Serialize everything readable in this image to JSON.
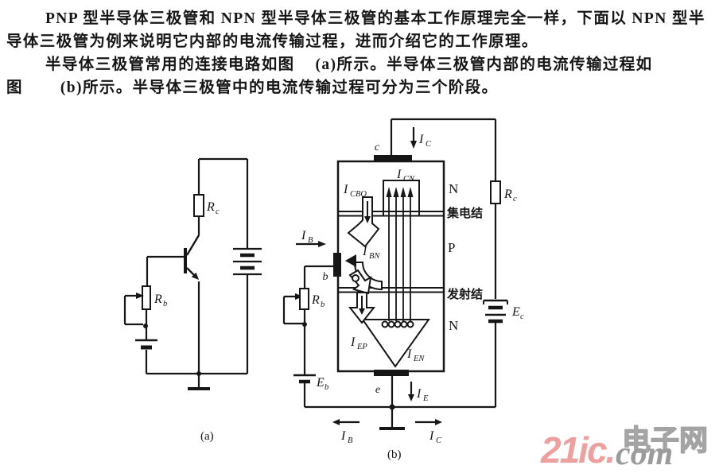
{
  "text": {
    "line1": "PNP 型半导体三极管和 NPN 型半导体三极管的基本工作原理完全一样，下面以 NPN 型半",
    "line2": "导体三极管为例来说明它内部的电流传输过程，进而介绍它的工作原理。",
    "line3_pre": "半导体三极管常用的连接电路如图",
    "line3_post": "(a)所示。半导体三极管内部的电流传输过程如",
    "line4_pre": "图",
    "line4_post": "(b)所示。半导体三极管中的电流传输过程可分为三个阶段。"
  },
  "figure_a": {
    "caption": "(a)",
    "labels": {
      "rc": {
        "b": "R",
        "s": "c"
      },
      "rb": {
        "b": "R",
        "s": "b"
      }
    }
  },
  "figure_b": {
    "caption": "(b)",
    "terminals": {
      "collector": "c",
      "base": "b",
      "emitter": "e"
    },
    "regions": {
      "top": "N",
      "middle": "P",
      "bottom": "N"
    },
    "junctions": {
      "collector": "集电结",
      "emitter": "发射结"
    },
    "labels": {
      "ic": {
        "b": "I",
        "s": "C"
      },
      "ib": {
        "b": "I",
        "s": "B"
      },
      "ie": {
        "b": "I",
        "s": "E"
      },
      "icn": {
        "b": "I",
        "s": "CN"
      },
      "icbo": {
        "b": "I",
        "s": "CBO"
      },
      "ibn": {
        "b": "I",
        "s": "BN"
      },
      "iep": {
        "b": "I",
        "s": "EP"
      },
      "ien": {
        "b": "I",
        "s": "EN"
      },
      "rc": {
        "b": "R",
        "s": "c"
      },
      "rb": {
        "b": "R",
        "s": "b"
      },
      "ec": {
        "b": "E",
        "s": "c"
      },
      "eb": {
        "b": "E",
        "s": "b"
      }
    }
  },
  "watermark": {
    "brand": "21ic.",
    "site": "电子网",
    "domain": "com",
    "brand_color": "#eca0a0",
    "gray_color": "#a3a3a3"
  }
}
